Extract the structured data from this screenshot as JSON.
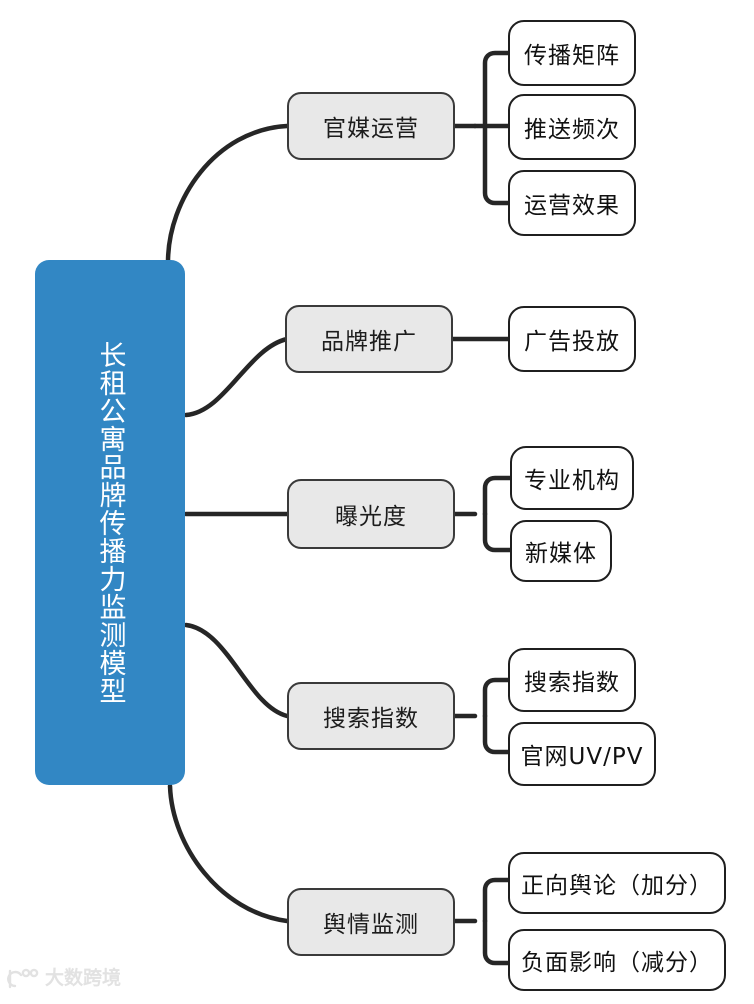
{
  "diagram": {
    "type": "mind-map",
    "title": "长租公寓品牌传播力监测模型",
    "root": {
      "label": "长租公寓品牌传播力监测模型",
      "color": "#3287c4",
      "text_color": "#ffffff"
    },
    "node_colors": {
      "branch_fill": "#e8e8e8",
      "branch_border": "#3a3a3a",
      "leaf_fill": "#ffffff",
      "leaf_border": "#1f1f1f",
      "edge": "#262626"
    },
    "branches": [
      {
        "label": "官媒运营",
        "children": [
          {
            "label": "传播矩阵"
          },
          {
            "label": "推送频次"
          },
          {
            "label": "运营效果"
          }
        ]
      },
      {
        "label": "品牌推广",
        "children": [
          {
            "label": "广告投放"
          }
        ]
      },
      {
        "label": "曝光度",
        "children": [
          {
            "label": "专业机构"
          },
          {
            "label": "新媒体"
          }
        ]
      },
      {
        "label": "搜索指数",
        "children": [
          {
            "label": "搜索指数"
          },
          {
            "label": "官网UV/PV"
          }
        ]
      },
      {
        "label": "舆情监测",
        "children": [
          {
            "label": "正向舆论（加分）"
          },
          {
            "label": "负面影响（减分）"
          }
        ]
      }
    ]
  },
  "watermark": {
    "text": "大数跨境",
    "color": "#e2e2e2"
  }
}
